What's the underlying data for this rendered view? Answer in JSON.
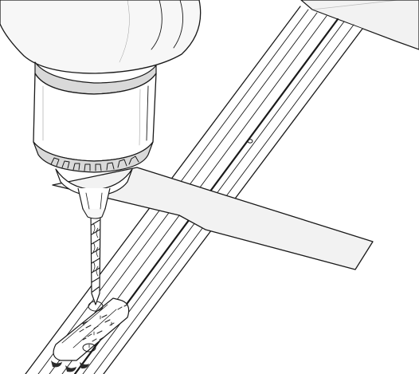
{
  "illustration": {
    "subject": "drill",
    "parts": [
      "drill-body",
      "drill-chuck",
      "drill-bit",
      "rail-profile",
      "guide-strip",
      "upper-strip",
      "pencil-marks"
    ],
    "colors": {
      "line": "#1a1a1a",
      "body_fill": "#f7f7f7",
      "shade": "#d9d9d9",
      "strip_fill": "#f2f2f2",
      "mark_fill": "#2b2b2b"
    }
  }
}
